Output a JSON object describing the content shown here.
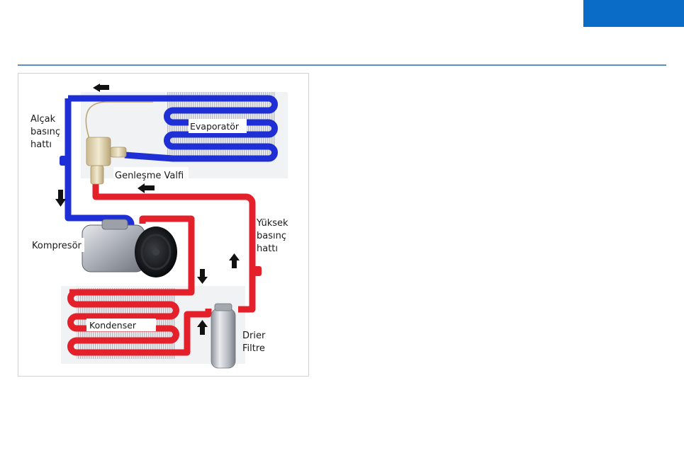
{
  "colors": {
    "accent": "#0a6cc6",
    "rule": "#5b8fc9",
    "low_pressure": "#1e2fd6",
    "high_pressure": "#e4202a",
    "panel_bg": "#f1f2f4",
    "coil_fin": "#c9cbd0"
  },
  "diagram": {
    "labels": {
      "low_line_1": "Alçak",
      "low_line_2": "basınç",
      "low_line_3": "hattı",
      "evaporator": "Evaporatör",
      "expansion_valve": "Genleşme Valfi",
      "compressor": "Kompresör",
      "high_line_1": "Yüksek",
      "high_line_2": "basınç",
      "high_line_3": "hattı",
      "condenser": "Kondenser",
      "drier_1": "Drier",
      "drier_2": "Filtre"
    }
  }
}
